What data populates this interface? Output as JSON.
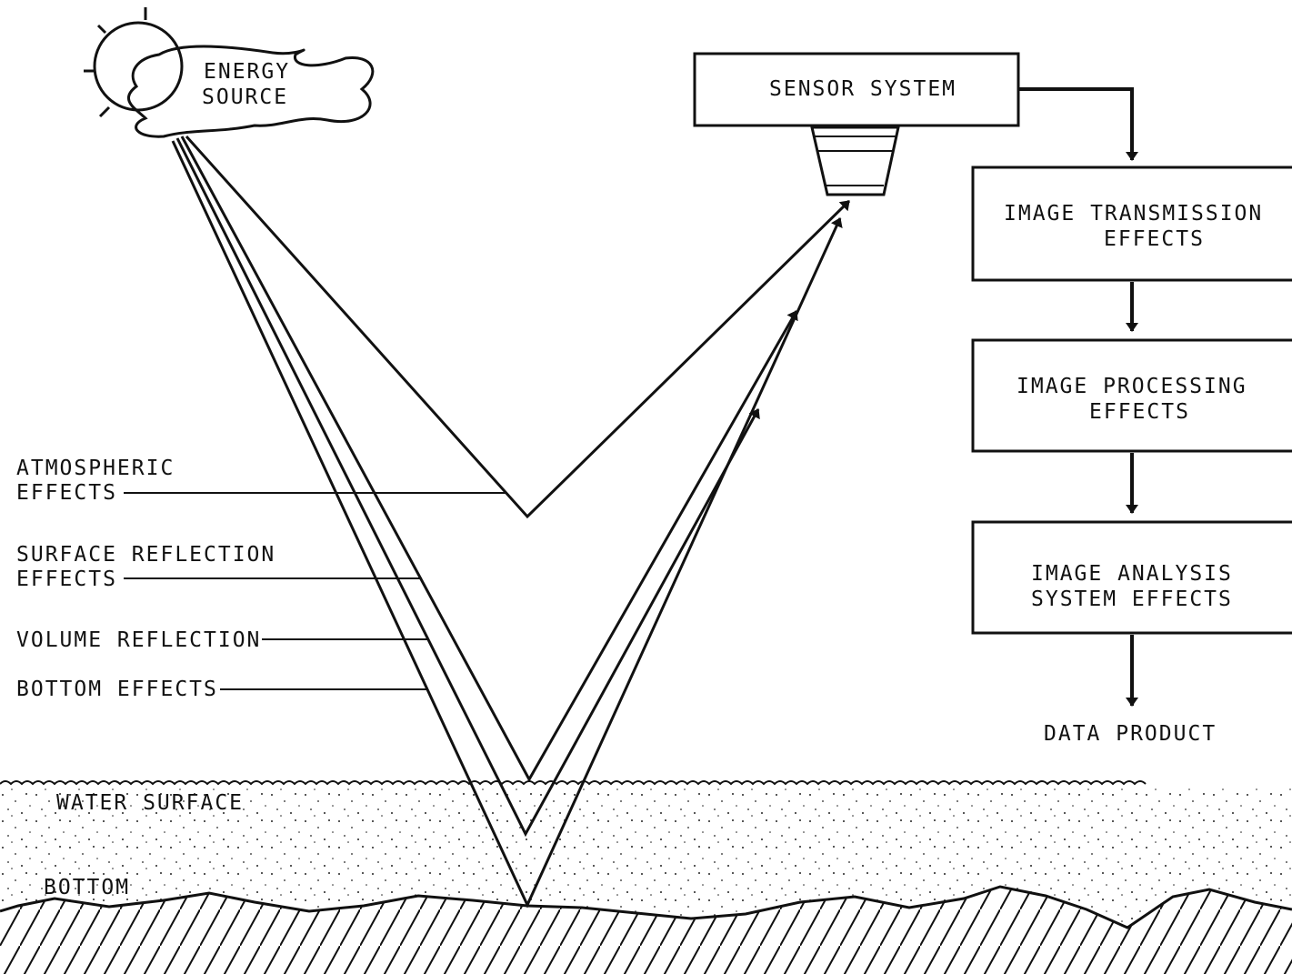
{
  "source": {
    "line1": "ENERGY",
    "line2": "SOURCE"
  },
  "sensor": {
    "label": "SENSOR SYSTEM"
  },
  "pipeline": [
    {
      "line1": "IMAGE TRANSMISSION",
      "line2": "EFFECTS"
    },
    {
      "line1": "IMAGE PROCESSING",
      "line2": "EFFECTS"
    },
    {
      "line1": "IMAGE ANALYSIS",
      "line2": "SYSTEM EFFECTS"
    }
  ],
  "output": {
    "label": "DATA PRODUCT"
  },
  "effects": {
    "atmospheric": {
      "line1": "ATMOSPHERIC",
      "line2": "EFFECTS"
    },
    "surface": {
      "line1": "SURFACE REFLECTION",
      "line2": "EFFECTS"
    },
    "volume": "VOLUME REFLECTION",
    "bottom": "BOTTOM EFFECTS"
  },
  "layers": {
    "water_surface": "WATER SURFACE",
    "bottom": "BOTTOM"
  },
  "colors": {
    "ink": "#111111",
    "paper": "#ffffff"
  }
}
